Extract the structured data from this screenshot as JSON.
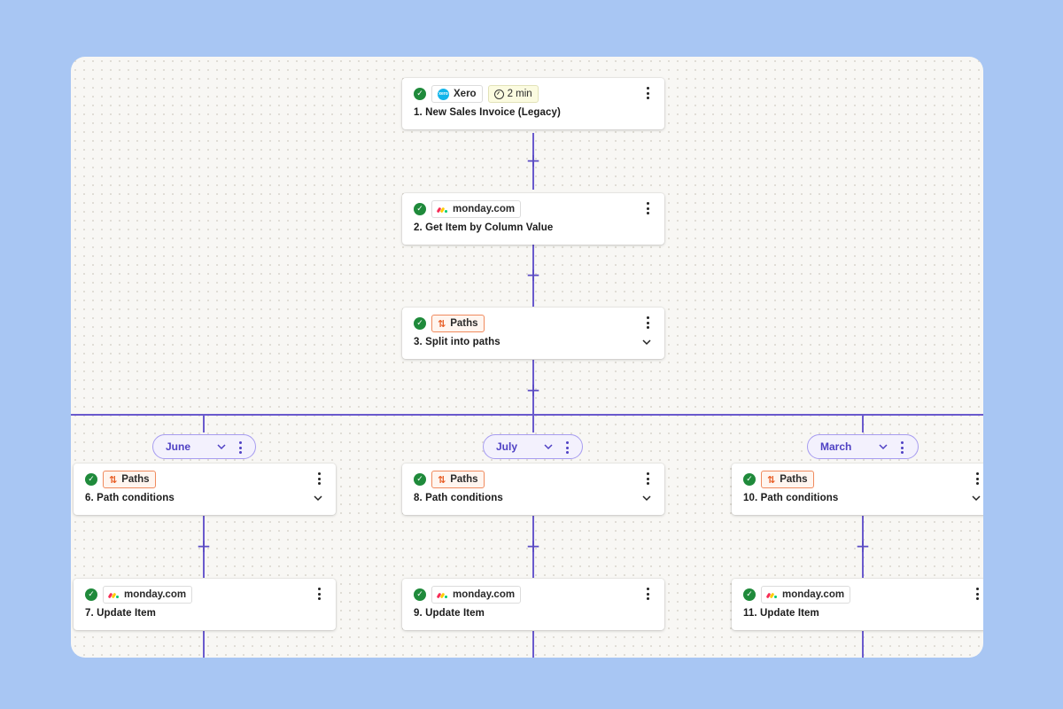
{
  "canvas": {
    "accent_color": "#6a5acd",
    "add_step_symbol": "+",
    "status_icon": "check-circle-icon",
    "status_color": "#1f8a3b"
  },
  "steps": [
    {
      "id": "1",
      "app": "Xero",
      "app_icon": "xero-icon",
      "badge": "2 min",
      "badge_icon": "clock-icon",
      "title": "1. New Sales Invoice (Legacy)",
      "expandable": false
    },
    {
      "id": "2",
      "app": "monday.com",
      "app_icon": "monday-icon",
      "title": "2. Get Item by Column Value",
      "expandable": false
    },
    {
      "id": "3",
      "app": "Paths",
      "app_icon": "paths-icon",
      "title": "3. Split into paths",
      "expandable": true
    }
  ],
  "paths": [
    {
      "name": "June",
      "steps": [
        {
          "app": "Paths",
          "app_icon": "paths-icon",
          "title": "6. Path conditions",
          "expandable": true
        },
        {
          "app": "monday.com",
          "app_icon": "monday-icon",
          "title": "7. Update Item",
          "expandable": false
        }
      ]
    },
    {
      "name": "July",
      "steps": [
        {
          "app": "Paths",
          "app_icon": "paths-icon",
          "title": "8. Path conditions",
          "expandable": true
        },
        {
          "app": "monday.com",
          "app_icon": "monday-icon",
          "title": "9. Update Item",
          "expandable": false
        }
      ]
    },
    {
      "name": "March",
      "steps": [
        {
          "app": "Paths",
          "app_icon": "paths-icon",
          "title": "10. Path conditions",
          "expandable": true
        },
        {
          "app": "monday.com",
          "app_icon": "monday-icon",
          "title": "11. Update Item",
          "expandable": false
        }
      ]
    }
  ]
}
